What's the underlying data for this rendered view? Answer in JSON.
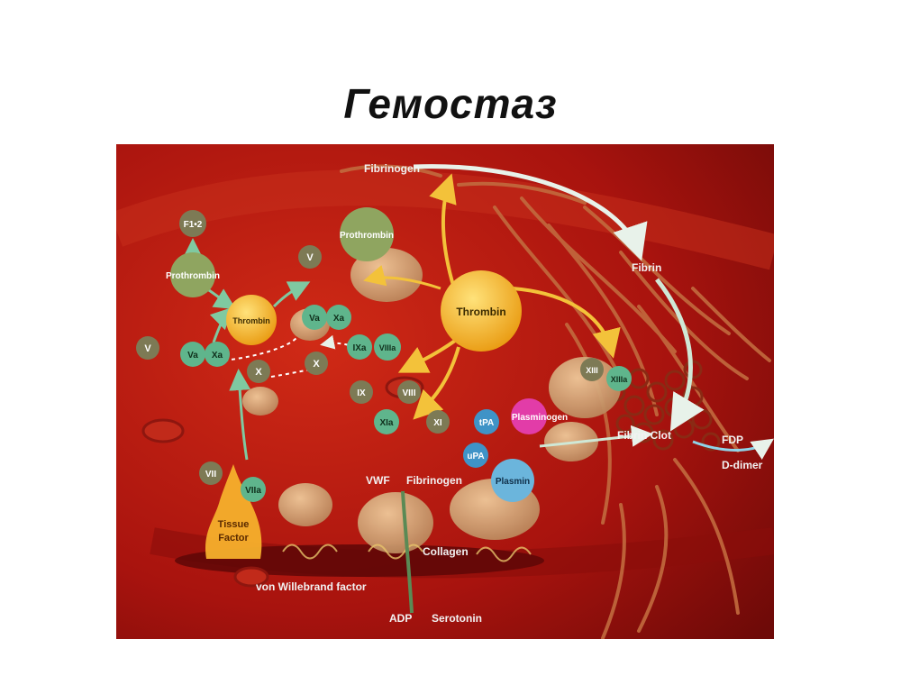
{
  "slide": {
    "title": "Гемостаз"
  },
  "diagram": {
    "labels": {
      "fibrinogen_top": "Fibrinogen",
      "fibrin": "Fibrin",
      "fibrin_clot": "Fibrin Clot",
      "fdp": "FDP",
      "d_dimer": "D-dimer",
      "vwf": "VWF",
      "fibrinogen_bottom": "Fibrinogen",
      "collagen": "Collagen",
      "von_willebrand": "von Willebrand factor",
      "adp": "ADP",
      "serotonin": "Serotonin",
      "tissue_factor_1": "Tissue",
      "tissue_factor_2": "Factor"
    },
    "factors": {
      "f12": "F1•2",
      "prothrombin_left": "Prothrombin",
      "prothrombin_top": "Prothrombin",
      "thrombin_small": "Thrombin",
      "thrombin_big": "Thrombin",
      "v_top": "V",
      "v_left": "V",
      "va_mid": "Va",
      "xa_mid": "Xa",
      "va_left": "Va",
      "xa_left": "Xa",
      "x_left": "X",
      "x_mid": "X",
      "ixa": "IXa",
      "viiia": "VIIIa",
      "ix": "IX",
      "viii": "VIII",
      "xia": "XIa",
      "xi": "XI",
      "vii": "VII",
      "viia": "VIIa",
      "xiii": "XIII",
      "xiiia": "XIIIa",
      "tpa": "tPA",
      "upa": "uPA",
      "plasminogen": "Plasminogen",
      "plasmin": "Plasmin"
    },
    "colors": {
      "background": "#b0150f",
      "green_factor": "#5fb58c",
      "olive_factor": "#8fa560",
      "gray_factor": "#7d7a55",
      "thrombin": "#f5b520",
      "blue_factor": "#3f93c7",
      "plasminogen": "#e23ca8",
      "platelet": "#d8a97a",
      "fibrin_strand": "#c26a3e"
    }
  }
}
